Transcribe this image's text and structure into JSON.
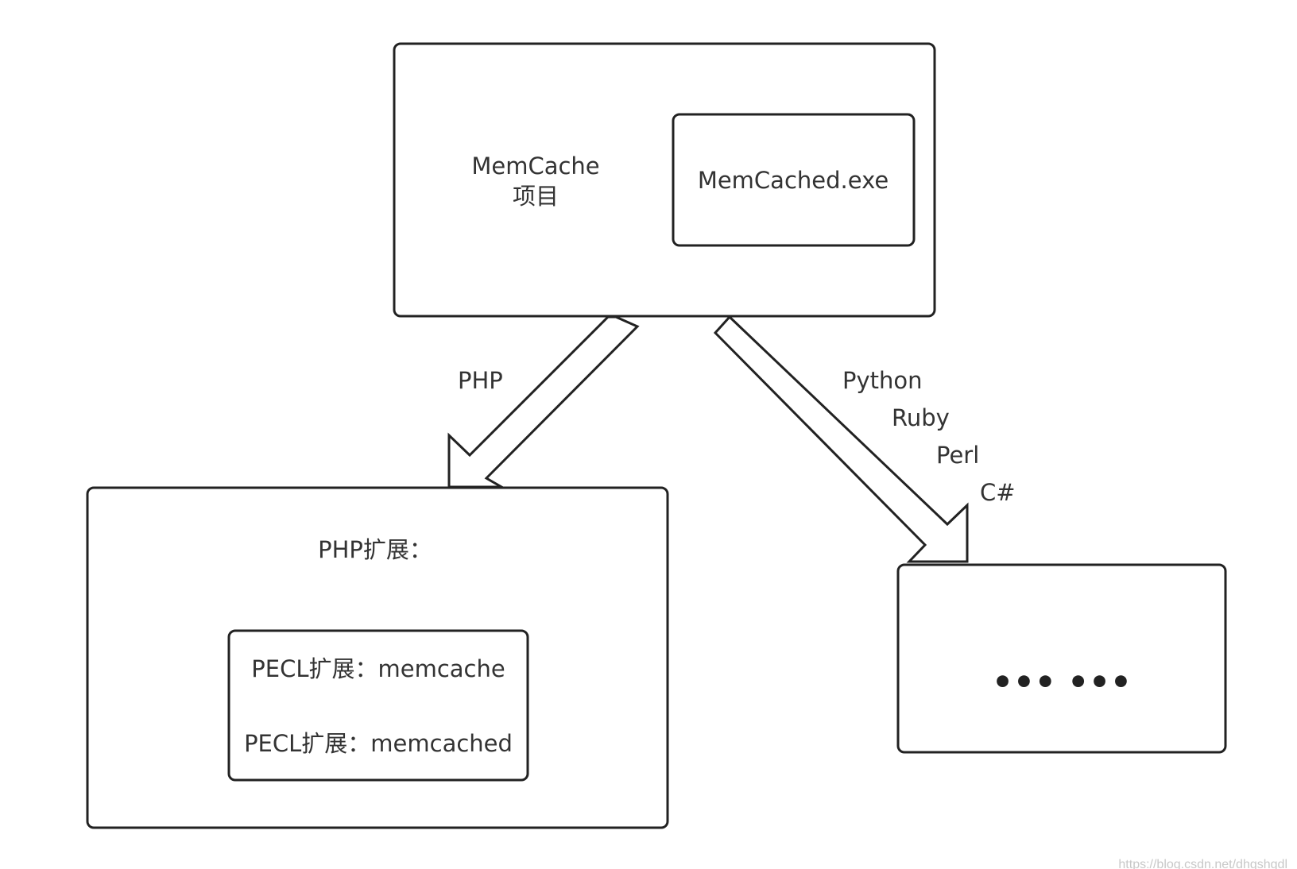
{
  "memcache_project": {
    "label_line1": "MemCache",
    "label_line2": "项目",
    "exe_label": "MemCached.exe"
  },
  "php_arrow": {
    "label": "PHP"
  },
  "other_arrow": {
    "labels": [
      "Python",
      "Ruby",
      "Perl",
      "C#"
    ]
  },
  "php_extension": {
    "title": "PHP扩展：",
    "items": [
      "PECL扩展：memcache",
      "PECL扩展：memcached"
    ]
  },
  "other_clients": {
    "ellipsis": "••• •••"
  },
  "watermark": "https://blog.csdn.net/dhgshgdl"
}
